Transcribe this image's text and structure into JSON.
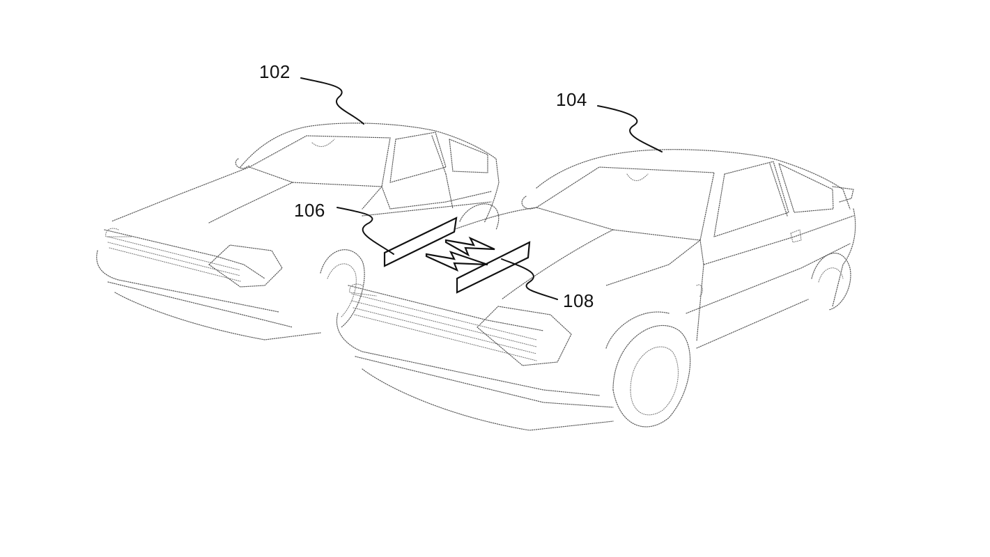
{
  "figure": {
    "labels": {
      "vehicle_a": "102",
      "vehicle_b": "104",
      "device_a": "106",
      "device_b": "108"
    },
    "line_color": "#111111",
    "drawing_color": "#555555",
    "background": "#ffffff"
  }
}
